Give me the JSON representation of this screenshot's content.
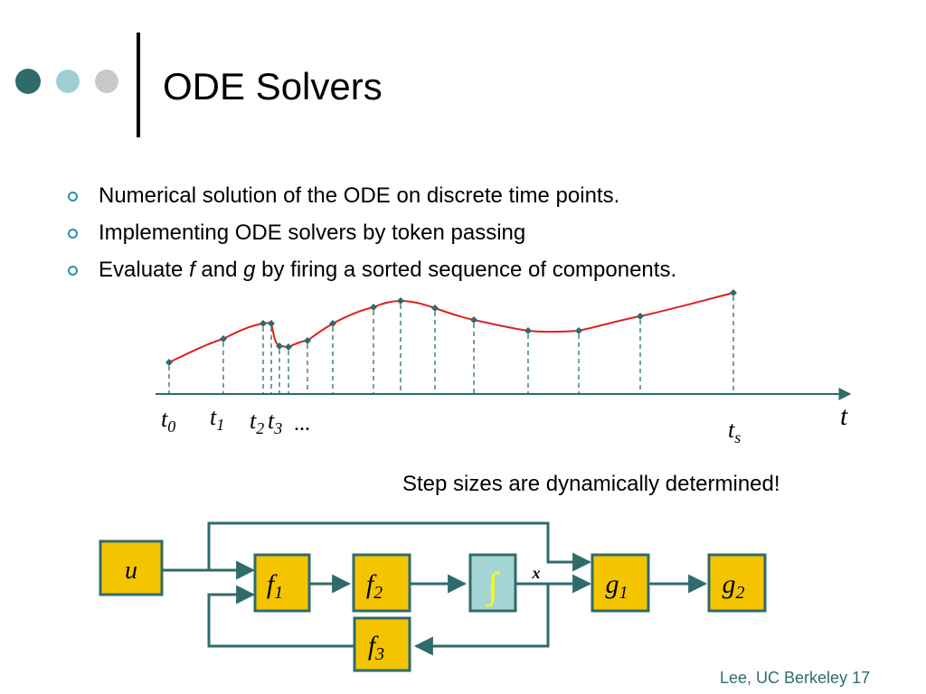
{
  "slide": {
    "title": "ODE Solvers",
    "bullets": [
      {
        "text": "Numerical solution of the ODE on discrete time points."
      },
      {
        "text": "Implementing ODE solvers by token passing"
      },
      {
        "pre": "Evaluate ",
        "f": "f",
        "mid": " and ",
        "g": "g",
        "post": " by firing a sorted sequence of components."
      }
    ],
    "note": "Step sizes are dynamically determined!",
    "footer": "Lee, UC Berkeley 17"
  },
  "colors": {
    "dot_dark": "#2f6b6b",
    "dot_mid": "#9fcfd3",
    "dot_light": "#c8c8c8",
    "curve": "#e02020",
    "diagram_stroke": "#2f6b6b",
    "block_fill": "#f5c400",
    "integrator_fill": "#a6d5d5",
    "integral_symbol": "#ffff00"
  },
  "timeline": {
    "axis_label": "t",
    "t0": "t",
    "t0_sub": "0",
    "t1": "t",
    "t1_sub": "1",
    "t2": "t",
    "t2_sub": "2",
    "t3": "t",
    "t3_sub": "3",
    "ellipsis": "...",
    "ts": "t",
    "ts_sub": "s"
  },
  "blocks": {
    "u": "u",
    "f1": "f",
    "f1_sub": "1",
    "f2": "f",
    "f2_sub": "2",
    "f3": "f",
    "f3_sub": "3",
    "integrator": "∫",
    "x": "x",
    "g1": "g",
    "g1_sub": "1",
    "g2": "g",
    "g2_sub": "2"
  }
}
